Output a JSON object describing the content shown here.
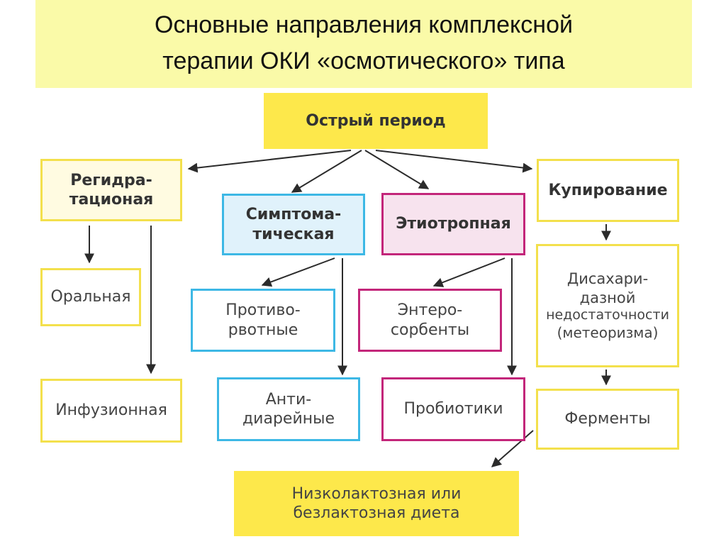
{
  "title": {
    "line1": "Основные направления комплексной",
    "line2": "терапии ОКИ «осмотического» типа"
  },
  "nodes": {
    "acute": {
      "lines": [
        "Острый период"
      ]
    },
    "rehydration": {
      "lines": [
        "Регидра-",
        "тационая"
      ]
    },
    "symptomatic": {
      "lines": [
        "Симптома-",
        "тическая"
      ]
    },
    "etiotropic": {
      "lines": [
        "Этиотропная"
      ]
    },
    "relief": {
      "lines": [
        "Купирование"
      ]
    },
    "oral": {
      "lines": [
        "Оральная"
      ]
    },
    "infusion": {
      "lines": [
        "Инфузионная"
      ]
    },
    "antiemetic": {
      "lines": [
        "Противо-",
        "рвотные"
      ]
    },
    "antidiarrheal": {
      "lines": [
        "Анти-",
        "диарейные"
      ]
    },
    "enterosorbents": {
      "lines": [
        "Энтеро-",
        "сорбенты"
      ]
    },
    "probiotics": {
      "lines": [
        "Пробиотики"
      ]
    },
    "disaccharidase": {
      "lines": [
        "Дисахари-",
        "дазной",
        "недостаточности",
        "(метеоризма)"
      ]
    },
    "enzymes": {
      "lines": [
        "Ферменты"
      ]
    },
    "diet": {
      "lines": [
        "Низколактозная или",
        "безлактозная диета"
      ]
    }
  },
  "colors": {
    "title_bg": "#fafaa8",
    "yellow_fill": "#fde84b",
    "yellow_border": "#f3e04c",
    "blue_border": "#3db8e5",
    "magenta_border": "#c3267a",
    "arrow": "#2b2b2b"
  }
}
